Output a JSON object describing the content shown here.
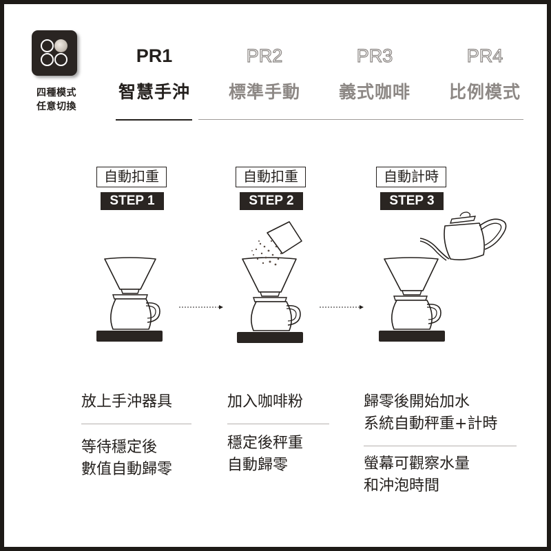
{
  "mode_selector": {
    "note_line1": "四種模式",
    "note_line2": "任意切換"
  },
  "tabs": [
    {
      "code": "PR1",
      "name": "智慧手沖",
      "active": true
    },
    {
      "code": "PR2",
      "name": "標準手動",
      "active": false
    },
    {
      "code": "PR3",
      "name": "義式咖啡",
      "active": false
    },
    {
      "code": "PR4",
      "name": "比例模式",
      "active": false
    }
  ],
  "steps": [
    {
      "title": "自動扣重",
      "badge": "STEP 1",
      "desc_a": [
        "放上手沖器具"
      ],
      "desc_b": [
        "等待穩定後",
        "數值自動歸零"
      ]
    },
    {
      "title": "自動扣重",
      "badge": "STEP 2",
      "desc_a": [
        "加入咖啡粉"
      ],
      "desc_b": [
        "穩定後秤重",
        "自動歸零"
      ]
    },
    {
      "title": "自動計時",
      "badge": "STEP 3",
      "desc_a": [
        "歸零後開始加水",
        "系統自動秤重+計時"
      ],
      "desc_b": [
        "螢幕可觀察水量",
        "和沖泡時間"
      ]
    }
  ],
  "colors": {
    "ink": "#231f1c",
    "inactive_tab": "#8d8885",
    "badge_bg": "#2a2522",
    "scale": "#2a2522"
  }
}
